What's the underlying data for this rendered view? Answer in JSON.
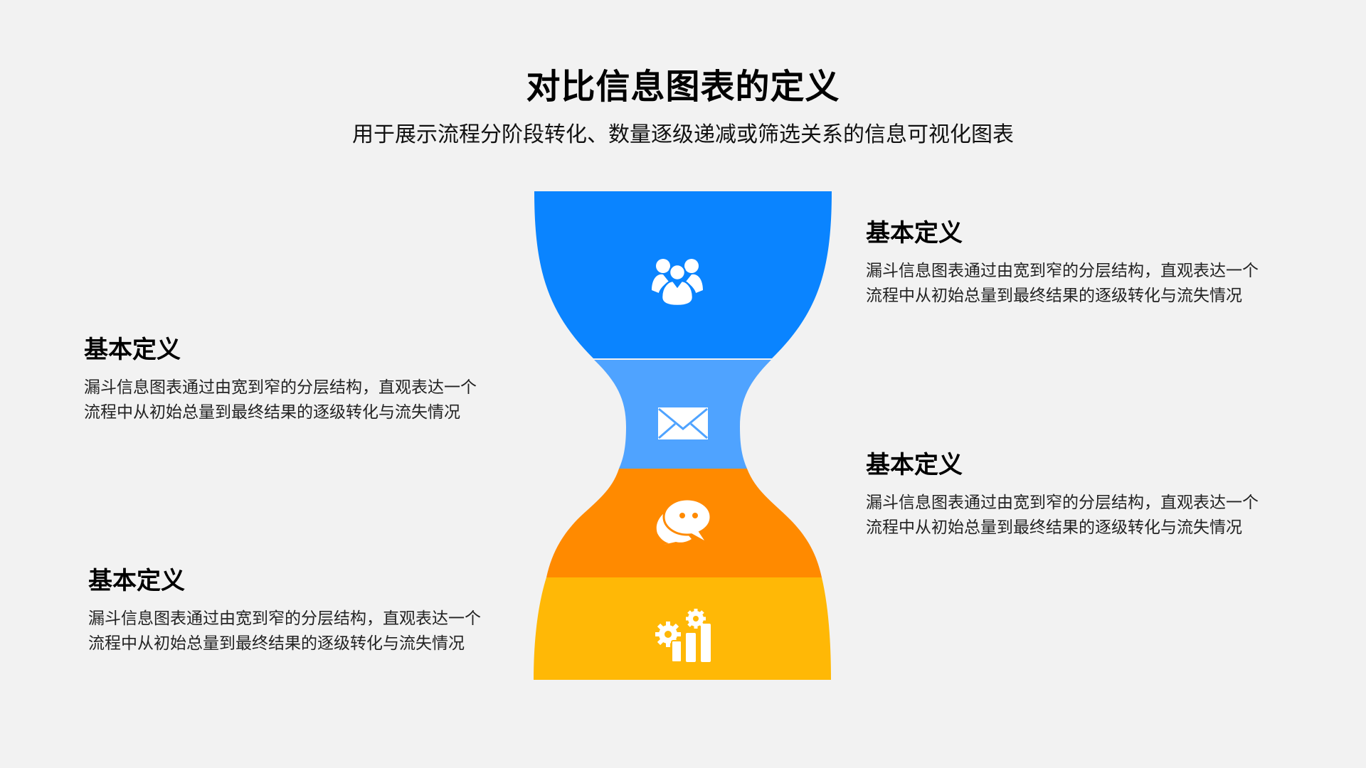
{
  "header": {
    "title": "对比信息图表的定义",
    "subtitle": "用于展示流程分阶段转化、数量逐级递减或筛选关系的信息可视化图表"
  },
  "funnel": {
    "stages": [
      {
        "name": "stage-1",
        "icon": "people-group-icon",
        "color": "#0a84ff"
      },
      {
        "name": "stage-2",
        "icon": "envelope-icon",
        "color": "#4fa3ff"
      },
      {
        "name": "stage-3",
        "icon": "chat-bubbles-icon",
        "color": "#ff8a00"
      },
      {
        "name": "stage-4",
        "icon": "gears-bar-chart-icon",
        "color": "#ffb806"
      }
    ]
  },
  "blocks": {
    "right_top": {
      "heading": "基本定义",
      "line1": "漏斗信息图表通过由宽到窄的分层结构，直观表达一个",
      "line2": "流程中从初始总量到最终结果的逐级转化与流失情况"
    },
    "left_mid": {
      "heading": "基本定义",
      "line1": "漏斗信息图表通过由宽到窄的分层结构，直观表达一个",
      "line2": "流程中从初始总量到最终结果的逐级转化与流失情况"
    },
    "right_mid": {
      "heading": "基本定义",
      "line1": "漏斗信息图表通过由宽到窄的分层结构，直观表达一个",
      "line2": "流程中从初始总量到最终结果的逐级转化与流失情况"
    },
    "left_bottom": {
      "heading": "基本定义",
      "line1": "漏斗信息图表通过由宽到窄的分层结构，直观表达一个",
      "line2": "流程中从初始总量到最终结果的逐级转化与流失情况"
    }
  }
}
